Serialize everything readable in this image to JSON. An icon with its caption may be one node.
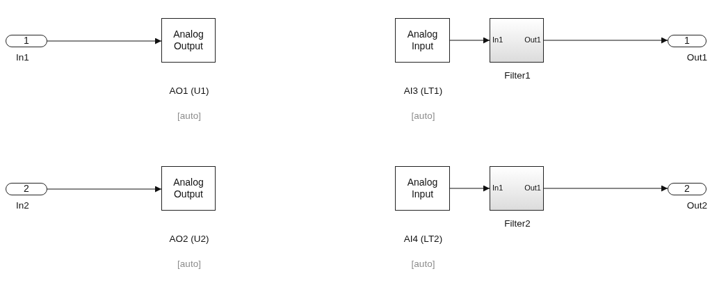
{
  "diagram": {
    "nodes": [
      {
        "text": [
          "1"
        ],
        "beside": [
          "In1"
        ]
      },
      {
        "text": [
          "Analog Output"
        ],
        "beside": [
          "AO1 (U1)",
          "[auto]"
        ]
      },
      {
        "text": [
          "Analog Input"
        ],
        "beside": [
          "AI3 (LT1)",
          "[auto]"
        ]
      },
      {
        "text": [
          "In1",
          "Out1"
        ],
        "beside": [
          "Filter1"
        ]
      },
      {
        "text": [
          "1"
        ],
        "beside": [
          "Out1"
        ]
      },
      {
        "text": [
          "2"
        ],
        "beside": [
          "In2"
        ]
      },
      {
        "text": [
          "Analog Output"
        ],
        "beside": [
          "AO2 (U2)",
          "[auto]"
        ]
      },
      {
        "text": [
          "Analog Input"
        ],
        "beside": [
          "AI4 (LT2)",
          "[auto]"
        ]
      },
      {
        "text": [
          "In1",
          "Out1"
        ],
        "beside": [
          "Filter2"
        ]
      },
      {
        "text": [
          "2"
        ],
        "beside": [
          "Out2"
        ]
      }
    ],
    "edges": [
      {
        "from": 0,
        "to": 1,
        "arrow": "to"
      },
      {
        "from": 2,
        "to": 3,
        "arrow": "to"
      },
      {
        "from": 3,
        "to": 4,
        "arrow": "to"
      },
      {
        "from": 5,
        "to": 6,
        "arrow": "to"
      },
      {
        "from": 7,
        "to": 8,
        "arrow": "to"
      },
      {
        "from": 8,
        "to": 9,
        "arrow": "to"
      }
    ]
  }
}
